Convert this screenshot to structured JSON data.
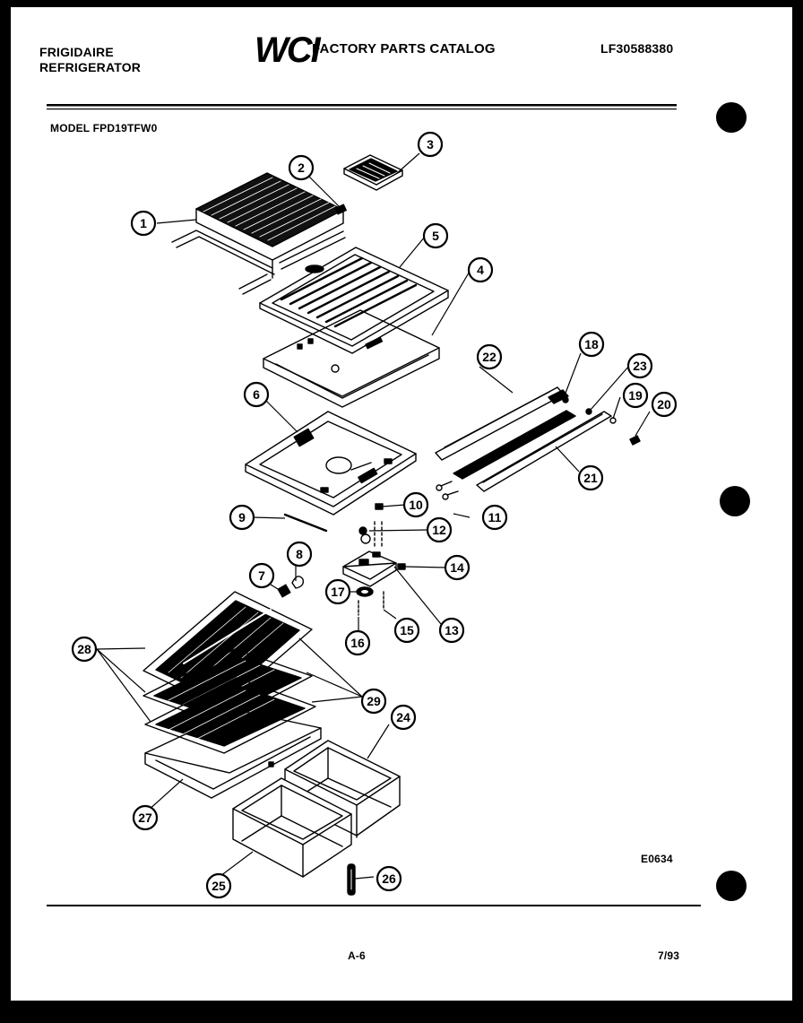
{
  "header": {
    "brand_line1": "FRIGIDAIRE",
    "brand_line2": "REFRIGERATOR",
    "catalog_logo": "WCI",
    "catalog_title": "FACTORY PARTS CATALOG",
    "catalog_number": "LF30588380"
  },
  "model": {
    "label": "MODEL FPD19TFW0"
  },
  "diagram": {
    "code": "E0634",
    "callouts": [
      "1",
      "2",
      "3",
      "4",
      "5",
      "6",
      "7",
      "8",
      "9",
      "10",
      "11",
      "12",
      "13",
      "14",
      "15",
      "16",
      "17",
      "18",
      "19",
      "20",
      "21",
      "22",
      "23",
      "24",
      "25",
      "26",
      "27",
      "28",
      "29"
    ]
  },
  "footer": {
    "page": "A-6",
    "date": "7/93"
  },
  "colors": {
    "ink": "#000000",
    "paper": "#ffffff",
    "border": "#000000"
  }
}
